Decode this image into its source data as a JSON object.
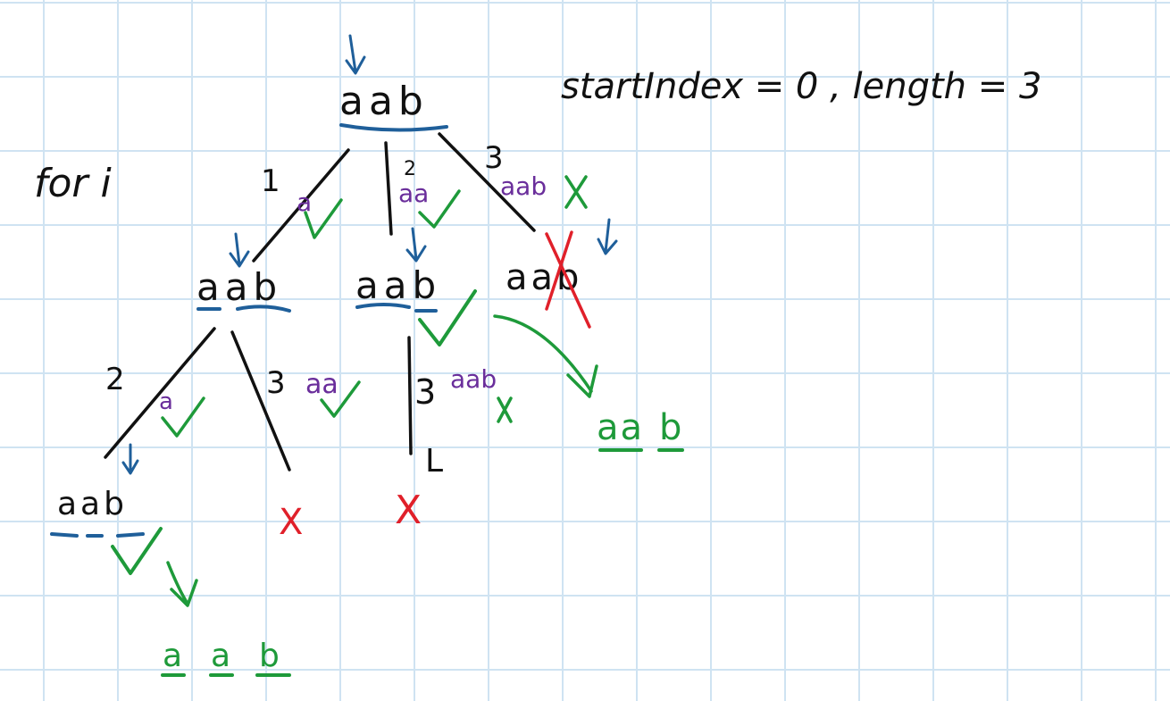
{
  "colors": {
    "grid": "#cfe3f2",
    "ink": "#111111",
    "blue": "#1f5f9a",
    "purple": "#6a2e9b",
    "green": "#1e9a3a",
    "red": "#e0202a"
  },
  "header": {
    "text": "startIndex = 0 , length = 3"
  },
  "loop_label": "for i",
  "tree": {
    "root": "aab",
    "level1": {
      "left": {
        "edge_num": "1",
        "edge_piece": "a",
        "node": "aab"
      },
      "mid": {
        "edge_num": "2",
        "edge_piece": "aa",
        "node": "aab"
      },
      "right": {
        "edge_num": "3",
        "edge_piece": "aab",
        "node": "aab"
      }
    },
    "level2": {
      "left_left": {
        "edge_num": "2",
        "edge_piece": "a",
        "node": "aab"
      },
      "left_right": {
        "edge_num": "3",
        "edge_piece": "aa",
        "result": "X"
      },
      "mid_down": {
        "edge_num": "3",
        "edge_piece": "aab",
        "result": "X",
        "mark": "L"
      }
    },
    "results": {
      "bottom": [
        "a",
        "a",
        "b"
      ],
      "right": [
        "aa",
        "b"
      ]
    }
  }
}
